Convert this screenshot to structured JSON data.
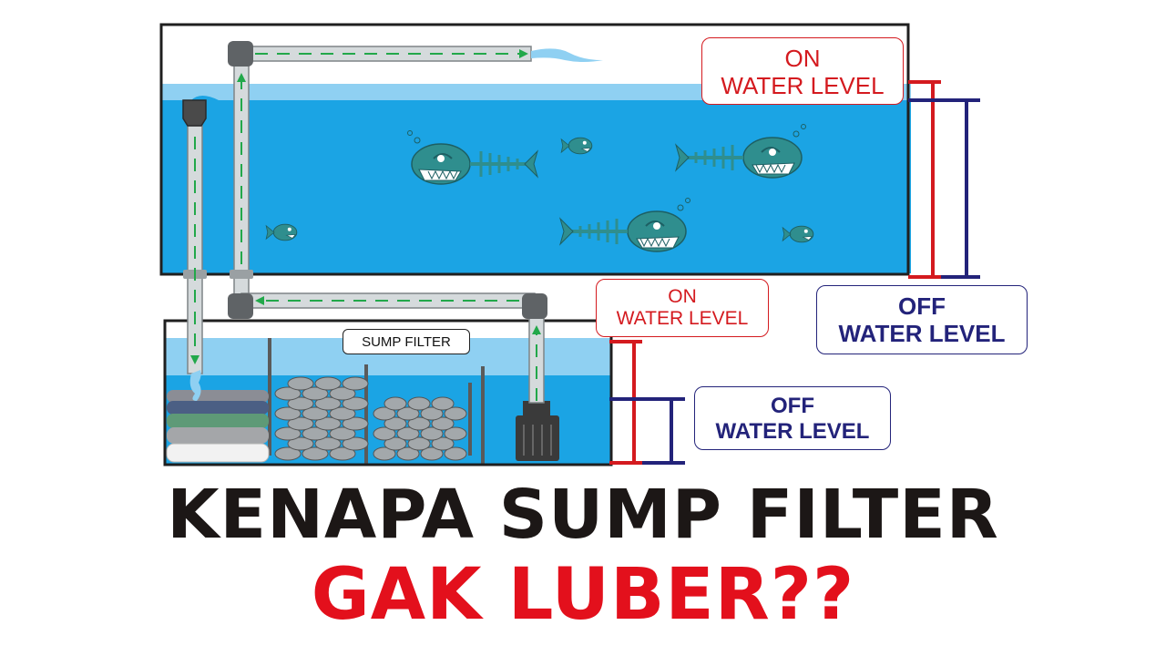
{
  "labels": {
    "main_on": {
      "line1": "ON",
      "line2": "WATER LEVEL"
    },
    "main_off": {
      "line1": "OFF",
      "line2": "WATER LEVEL"
    },
    "sump_on": {
      "line1": "ON",
      "line2": "WATER LEVEL"
    },
    "sump_off": {
      "line1": "OFF",
      "line2": "WATER LEVEL"
    },
    "sump_filter": "SUMP FILTER"
  },
  "title": {
    "line1": "KENAPA SUMP FILTER",
    "line2": "GAK LUBER??"
  },
  "colors": {
    "water": "#1ba4e4",
    "water_light": "#8fd0f2",
    "on_level": "#d41a1f",
    "off_level": "#23237a",
    "flow_arrow": "#22a84a",
    "pipe": "#d5dadc",
    "title_dark": "#1c1716",
    "title_red": "#e3101c"
  },
  "icons": [
    "piranha-icon",
    "fish-skeleton-icon",
    "pump-icon",
    "filter-media-icon",
    "bio-ball-icon"
  ]
}
